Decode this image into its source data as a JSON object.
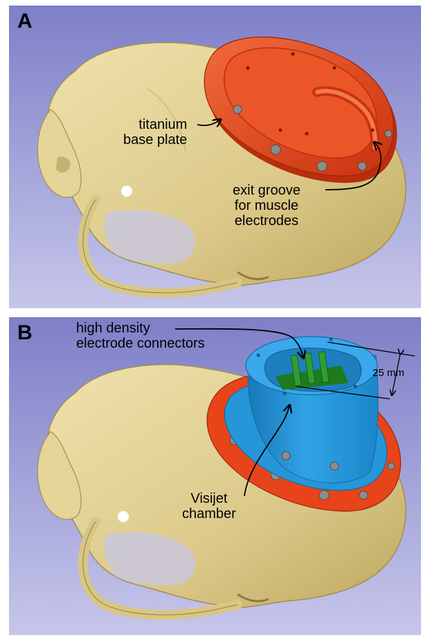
{
  "panels": [
    {
      "letter": "A",
      "annotations": {
        "base_plate": [
          "titanium",
          "base plate"
        ],
        "exit_groove": [
          "exit groove",
          "for muscle",
          "electrodes"
        ]
      }
    },
    {
      "letter": "B",
      "annotations": {
        "connectors": [
          "high density",
          "electrode connectors"
        ],
        "chamber": [
          "Visijet",
          "chamber"
        ],
        "dimension": "25 mm"
      }
    }
  ],
  "colors": {
    "background_top": "#7e7fc8",
    "background_bottom": "#c6c6ea",
    "bone": "#e2d296",
    "bone_shadow": "#b4a262",
    "titanium_plate": "#e8441a",
    "visijet_chamber": "#2596d8",
    "connectors": "#2f9e2f",
    "screws": "#8c8c8c"
  }
}
